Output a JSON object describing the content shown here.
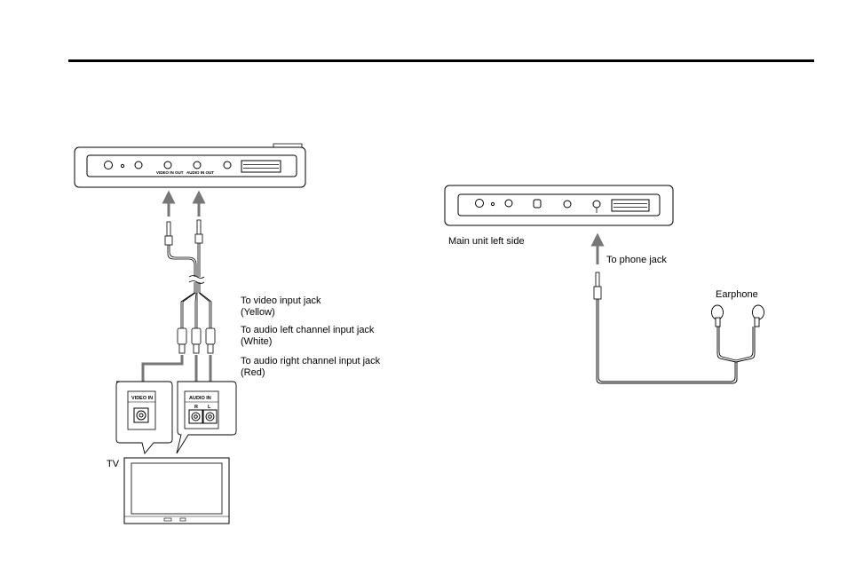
{
  "left_diagram": {
    "device_port_labels": [
      "VIDEO IN OUT",
      "AUDIO IN OUT"
    ],
    "labels": {
      "video_input": "To video input jack",
      "video_color": "(Yellow)",
      "audio_left": "To audio left channel input jack",
      "audio_left_color": "(White)",
      "audio_right": "To audio right channel input jack",
      "audio_right_color": "(Red)",
      "tv": "TV"
    },
    "tv_panel": {
      "video_in": "VIDEO IN",
      "audio_in": "AUDIO IN",
      "channel_r": "R",
      "channel_l": "L"
    }
  },
  "right_diagram": {
    "labels": {
      "main_unit": "Main unit left side",
      "phone_jack": "To phone jack",
      "earphone": "Earphone"
    }
  }
}
